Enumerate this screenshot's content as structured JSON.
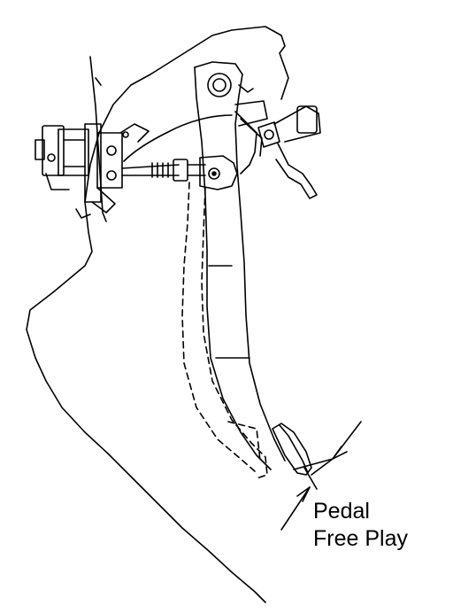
{
  "figure": {
    "callout": {
      "line1": "Pedal",
      "line2": "Free Play"
    },
    "colors": {
      "ink": "#000000",
      "background": "#ffffff"
    },
    "components": [
      "firewall-panel",
      "master-cylinder",
      "pushrod",
      "clevis-pin",
      "pedal-arm-at-rest",
      "pedal-arm-depressed",
      "pedal-pad",
      "brake-light-switch",
      "return-spring",
      "pivot-bolt"
    ]
  }
}
